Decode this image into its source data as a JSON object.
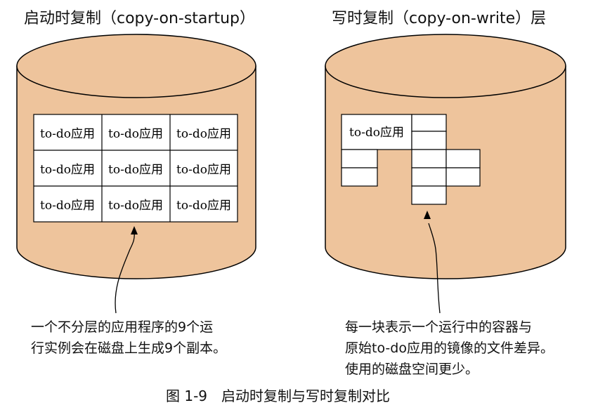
{
  "left": {
    "title": "启动时复制（copy-on-startup）",
    "cell_label": "to-do应用",
    "description": [
      "一个不分层的应用程序的9个运",
      "行实例会在磁盘上生成9个副本。"
    ]
  },
  "right": {
    "title": "写时复制（copy-on-write）层",
    "cell_label": "to-do应用",
    "description": [
      "每一块表示一个运行中的容器与",
      "原始to-do应用的镜像的文件差异。",
      "使用的磁盘空间更少。"
    ]
  },
  "figure_caption": "图 1-9　启动时复制与写时复制对比",
  "colors": {
    "cylinder_fill": "#eec49c",
    "cylinder_stroke": "#000000",
    "cell_fill": "#ffffff"
  }
}
